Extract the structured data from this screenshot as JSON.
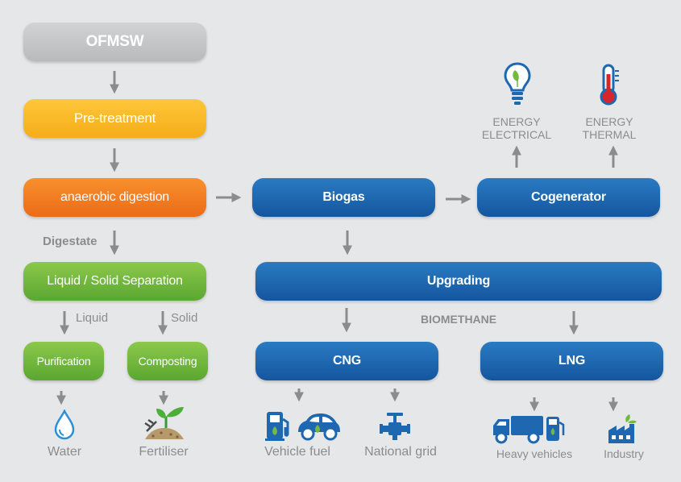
{
  "colors": {
    "grey": "#c6c7c8",
    "yellow": "#f9b829",
    "orange": "#f07e22",
    "green": "#71b93f",
    "blue": "#1d68b1",
    "arrow": "#8a8c8e",
    "label": "#8a8c8e"
  },
  "nodes": {
    "ofmsw": "OFMSW",
    "pretreatment": "Pre-treatment",
    "digestion": "anaerobic digestion",
    "separation": "Liquid / Solid Separation",
    "purification": "Purification",
    "composting": "Composting",
    "biogas": "Biogas",
    "cogenerator": "Cogenerator",
    "upgrading": "Upgrading",
    "cng": "CNG",
    "lng": "LNG"
  },
  "labels": {
    "digestate": "Digestate",
    "liquid": "Liquid",
    "solid": "Solid",
    "biomethane": "BIOMETHANE",
    "energy_electrical": [
      "ENERGY",
      "ELECTRICAL"
    ],
    "energy_thermal": [
      "ENERGY",
      "THERMAL"
    ]
  },
  "outputs": {
    "water": "Water",
    "fertiliser": "Fertiliser",
    "vehicle_fuel": "Vehicle fuel",
    "national_grid": "National grid",
    "heavy_vehicles": "Heavy vehicles",
    "industry": "Industry"
  },
  "icons": [
    "lightbulb-icon",
    "thermometer-icon",
    "water-drop-icon",
    "fertiliser-icon",
    "fuel-pump-icon",
    "car-icon",
    "valve-icon",
    "truck-icon",
    "factory-icon"
  ]
}
